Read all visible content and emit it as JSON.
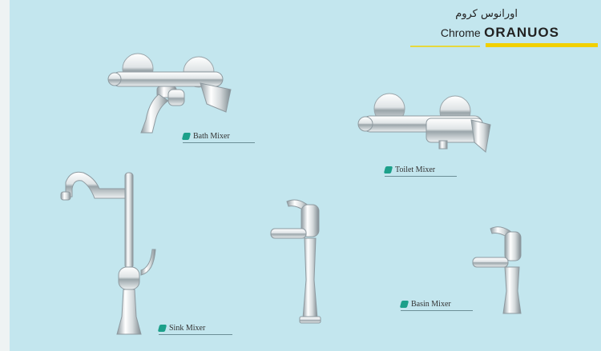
{
  "header": {
    "arabic_title": "اورانوس کروم",
    "finish": "Chrome",
    "collection": "ORANUOS",
    "accent_color": "#f2d000"
  },
  "products": [
    {
      "label": "Bath Mixer"
    },
    {
      "label": "Toilet Mixer"
    },
    {
      "label": "Sink Mixer"
    },
    {
      "label": "Basin Mixer"
    }
  ],
  "colors": {
    "background": "#c3e6ee",
    "marker": "#1ca08a",
    "chrome_light": "#f7f7f7",
    "chrome_dark": "#8e9aa0"
  }
}
